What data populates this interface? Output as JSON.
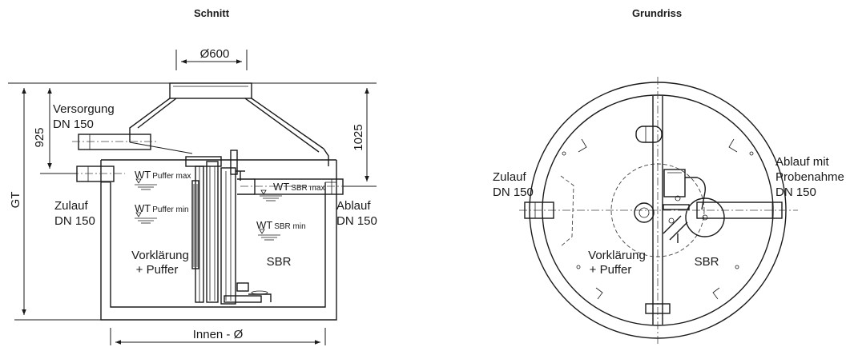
{
  "section": {
    "title": "Schnitt",
    "opening_dim": "Ø600",
    "supply_label": "Versorgung",
    "supply_dn": "DN 150",
    "dim_925": "925",
    "dim_1025": "1025",
    "gt": "GT",
    "inlet_label": "Zulauf",
    "inlet_dn": "DN 150",
    "outlet_label": "Ablauf",
    "outlet_dn": "DN 150",
    "wt": "WT",
    "puffer_max": "Puffer max",
    "puffer_min": "Puffer min",
    "sbr_max": "SBR max",
    "sbr_min": "SBR min",
    "chamber_left_1": "Vorklärung",
    "chamber_left_2": "+ Puffer",
    "chamber_right": "SBR",
    "inner_dim": "Innen - Ø"
  },
  "plan": {
    "title": "Grundriss",
    "inlet_label": "Zulauf",
    "inlet_dn": "DN 150",
    "outlet_label_1": "Ablauf mit",
    "outlet_label_2": "Probenahme",
    "outlet_dn": "DN 150",
    "chamber_left_1": "Vorklärung",
    "chamber_left_2": "+ Puffer",
    "chamber_right": "SBR"
  },
  "colors": {
    "line": "#1a1a1a",
    "background": "#ffffff"
  }
}
